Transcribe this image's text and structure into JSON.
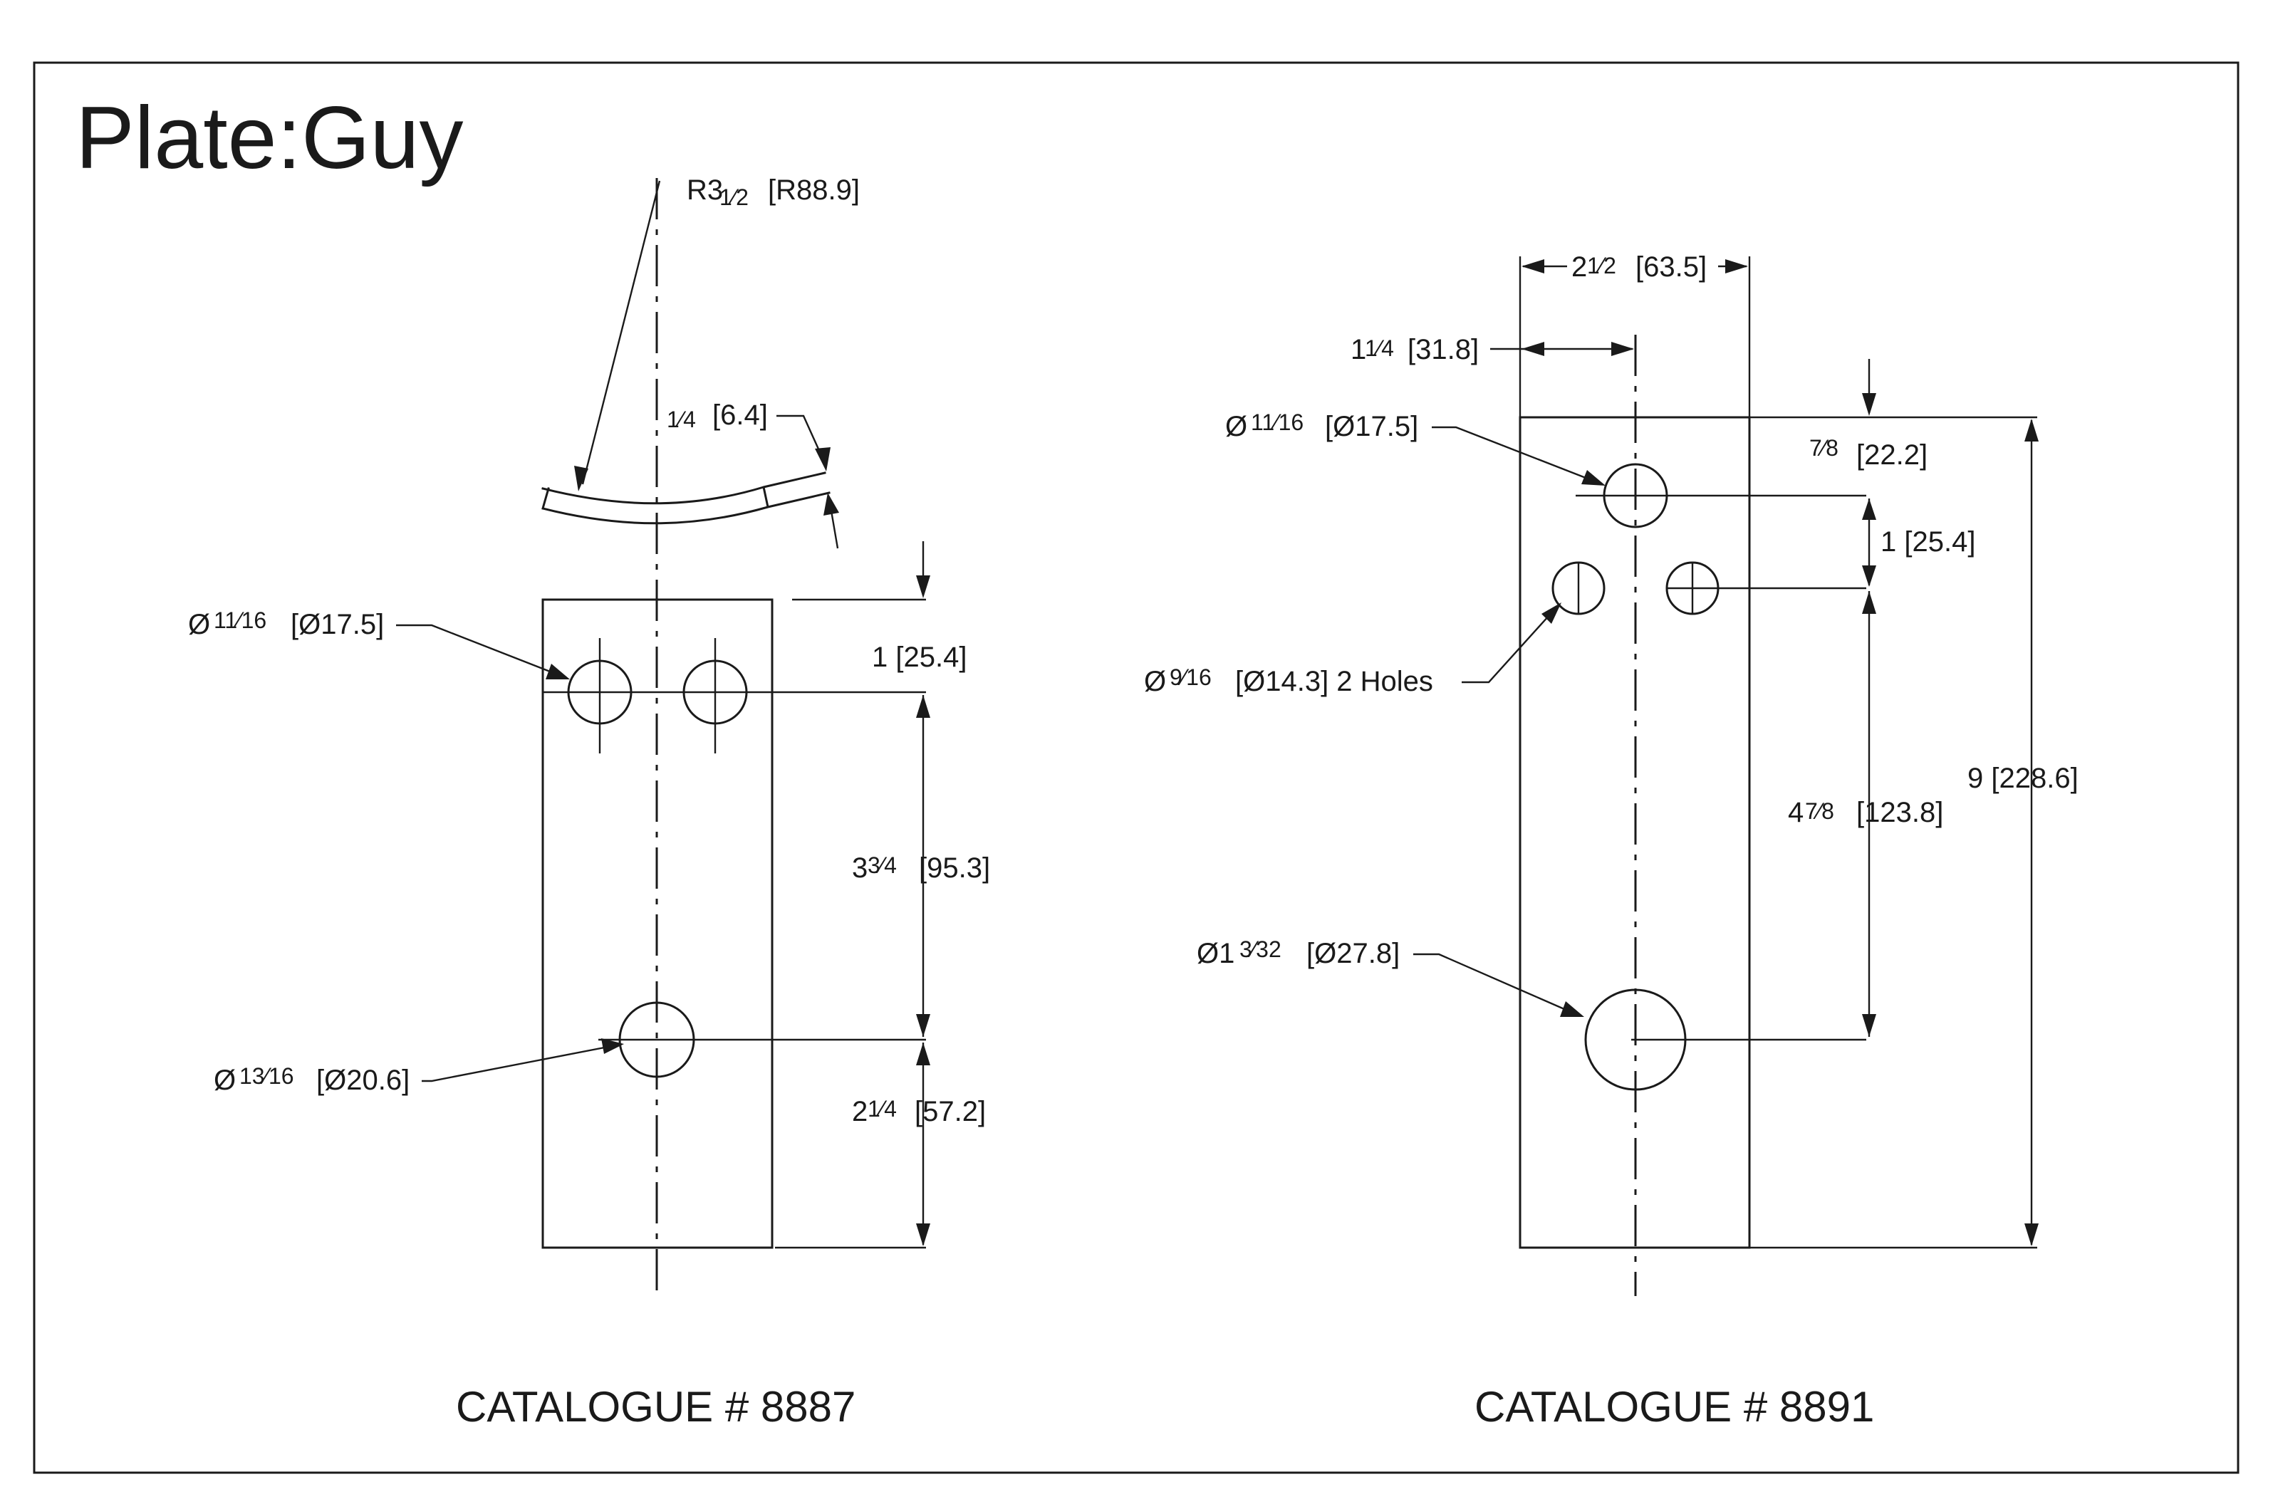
{
  "title": "Plate:Guy",
  "frac": {
    "half": "1⁄2",
    "quarter": "1⁄4",
    "three_quarters": "3⁄4",
    "seven_eighths": "7⁄8",
    "eleven_sixteenths": "11⁄16",
    "thirteen_sixteenths": "13⁄16",
    "nine_sixteenths": "9⁄16",
    "three_thirtyseconds": "3⁄32"
  },
  "drawing_8887": {
    "catalogue": "CATALOGUE # 8887",
    "radius": {
      "whole": "R3",
      "frac": "1⁄2",
      "metric": "[R88.9]"
    },
    "thickness": {
      "frac": "1⁄4",
      "metric": "[6.4]"
    },
    "top_holes": {
      "prefix": "Ø",
      "frac": "11⁄16",
      "metric": "[Ø17.5]"
    },
    "bottom_hole": {
      "prefix": "Ø",
      "frac": "13⁄16",
      "metric": "[Ø20.6]"
    },
    "dim_top_to_holes": "1 [25.4]",
    "dim_hole_spacing": {
      "whole": "3",
      "frac": "3⁄4",
      "metric": "[95.3]"
    },
    "dim_hole_to_bottom": {
      "whole": "2",
      "frac": "1⁄4",
      "metric": "[57.2]"
    }
  },
  "drawing_8891": {
    "catalogue": "CATALOGUE # 8891",
    "width": {
      "whole": "2",
      "frac": "1⁄2",
      "metric": "[63.5]"
    },
    "half_width": {
      "whole": "1",
      "frac": "1⁄4",
      "metric": "[31.8]"
    },
    "top_hole": {
      "prefix": "Ø",
      "frac": "11⁄16",
      "metric": "[Ø17.5]"
    },
    "side_holes": {
      "prefix": "Ø",
      "frac": "9⁄16",
      "metric": "[Ø14.3] 2 Holes"
    },
    "bottom_hole": {
      "prefix": "Ø1",
      "frac": "3⁄32",
      "metric": "[Ø27.8]"
    },
    "dim_top_to_hole": {
      "frac": "7⁄8",
      "metric": "[22.2]"
    },
    "dim_hole_offset": "1 [25.4]",
    "dim_hole_spacing": {
      "whole": "4",
      "frac": "7⁄8",
      "metric": "[123.8]"
    },
    "dim_total_length": "9 [228.6]"
  }
}
